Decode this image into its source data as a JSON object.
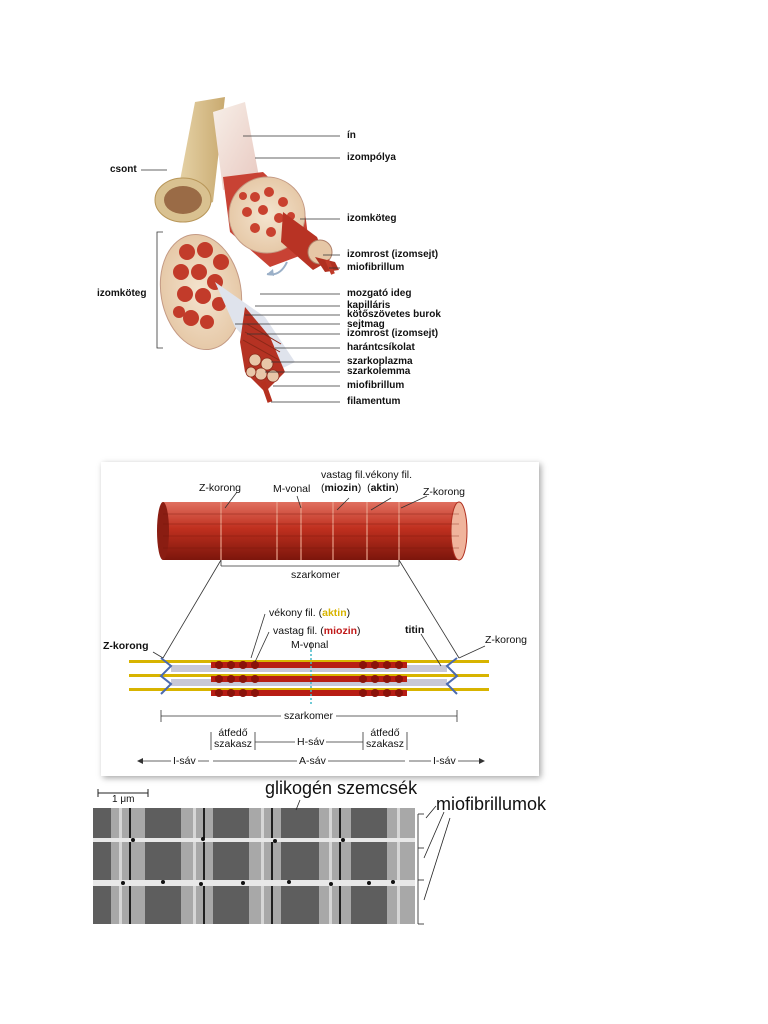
{
  "figure1": {
    "labels_right": {
      "in": "ín",
      "izompolya": "izompólya",
      "izomkoteg": "izomköteg",
      "izomrost": "izomrost (izomsejt)",
      "miofibrillum": "miofibrillum",
      "mozgato_ideg": "mozgató ideg",
      "kapillaris": "kapilláris",
      "kotoszovetes_burok": "kötőszövetes burok",
      "sejtmag": "sejtmag",
      "izomrost2": "izomrost (izomsejt)",
      "harantcsikolat": "harántcsíkolat",
      "szarkoplazma": "szarkoplazma",
      "szarkolemma": "szarkolemma",
      "miofibrillum2": "miofibrillum",
      "filamentum": "filamentum"
    },
    "labels_left": {
      "csont": "csont",
      "izomkoteg": "izomköteg"
    }
  },
  "figure2": {
    "top": {
      "z_korong_left": "Z-korong",
      "m_vonal": "M-vonal",
      "vastag_fil_prefix": "vastag fil.",
      "vekony_fil_prefix": "vékony fil.",
      "miozin": "miozin",
      "aktin": "aktin",
      "z_korong_right": "Z-korong",
      "szarkomer": "szarkomer"
    },
    "bottom": {
      "vekony_fil_prefix": "vékony fil. (",
      "aktin": "aktin",
      "paren_close": ")",
      "vastag_fil_prefix": "vastag fil. (",
      "miozin": "miozin",
      "paren_close2": ")",
      "m_vonal": "M-vonal",
      "titin": "titin",
      "z_korong_left": "Z-korong",
      "z_korong_right": "Z-korong",
      "szarkomer": "szarkomer",
      "atfedo_line1": "átfedő",
      "atfedo_line2": "szakasz",
      "h_sav": "H-sáv",
      "i_sav": "I-sáv",
      "a_sav": "A-sáv"
    },
    "colors": {
      "aktin": "#d8b400",
      "miozin": "#c01818",
      "muscle": "#b8281e"
    }
  },
  "figure3": {
    "scale_bar": "1 μm",
    "glikogen": "glikogén szemcsék",
    "miofibrillumok": "miofibrillumok"
  }
}
